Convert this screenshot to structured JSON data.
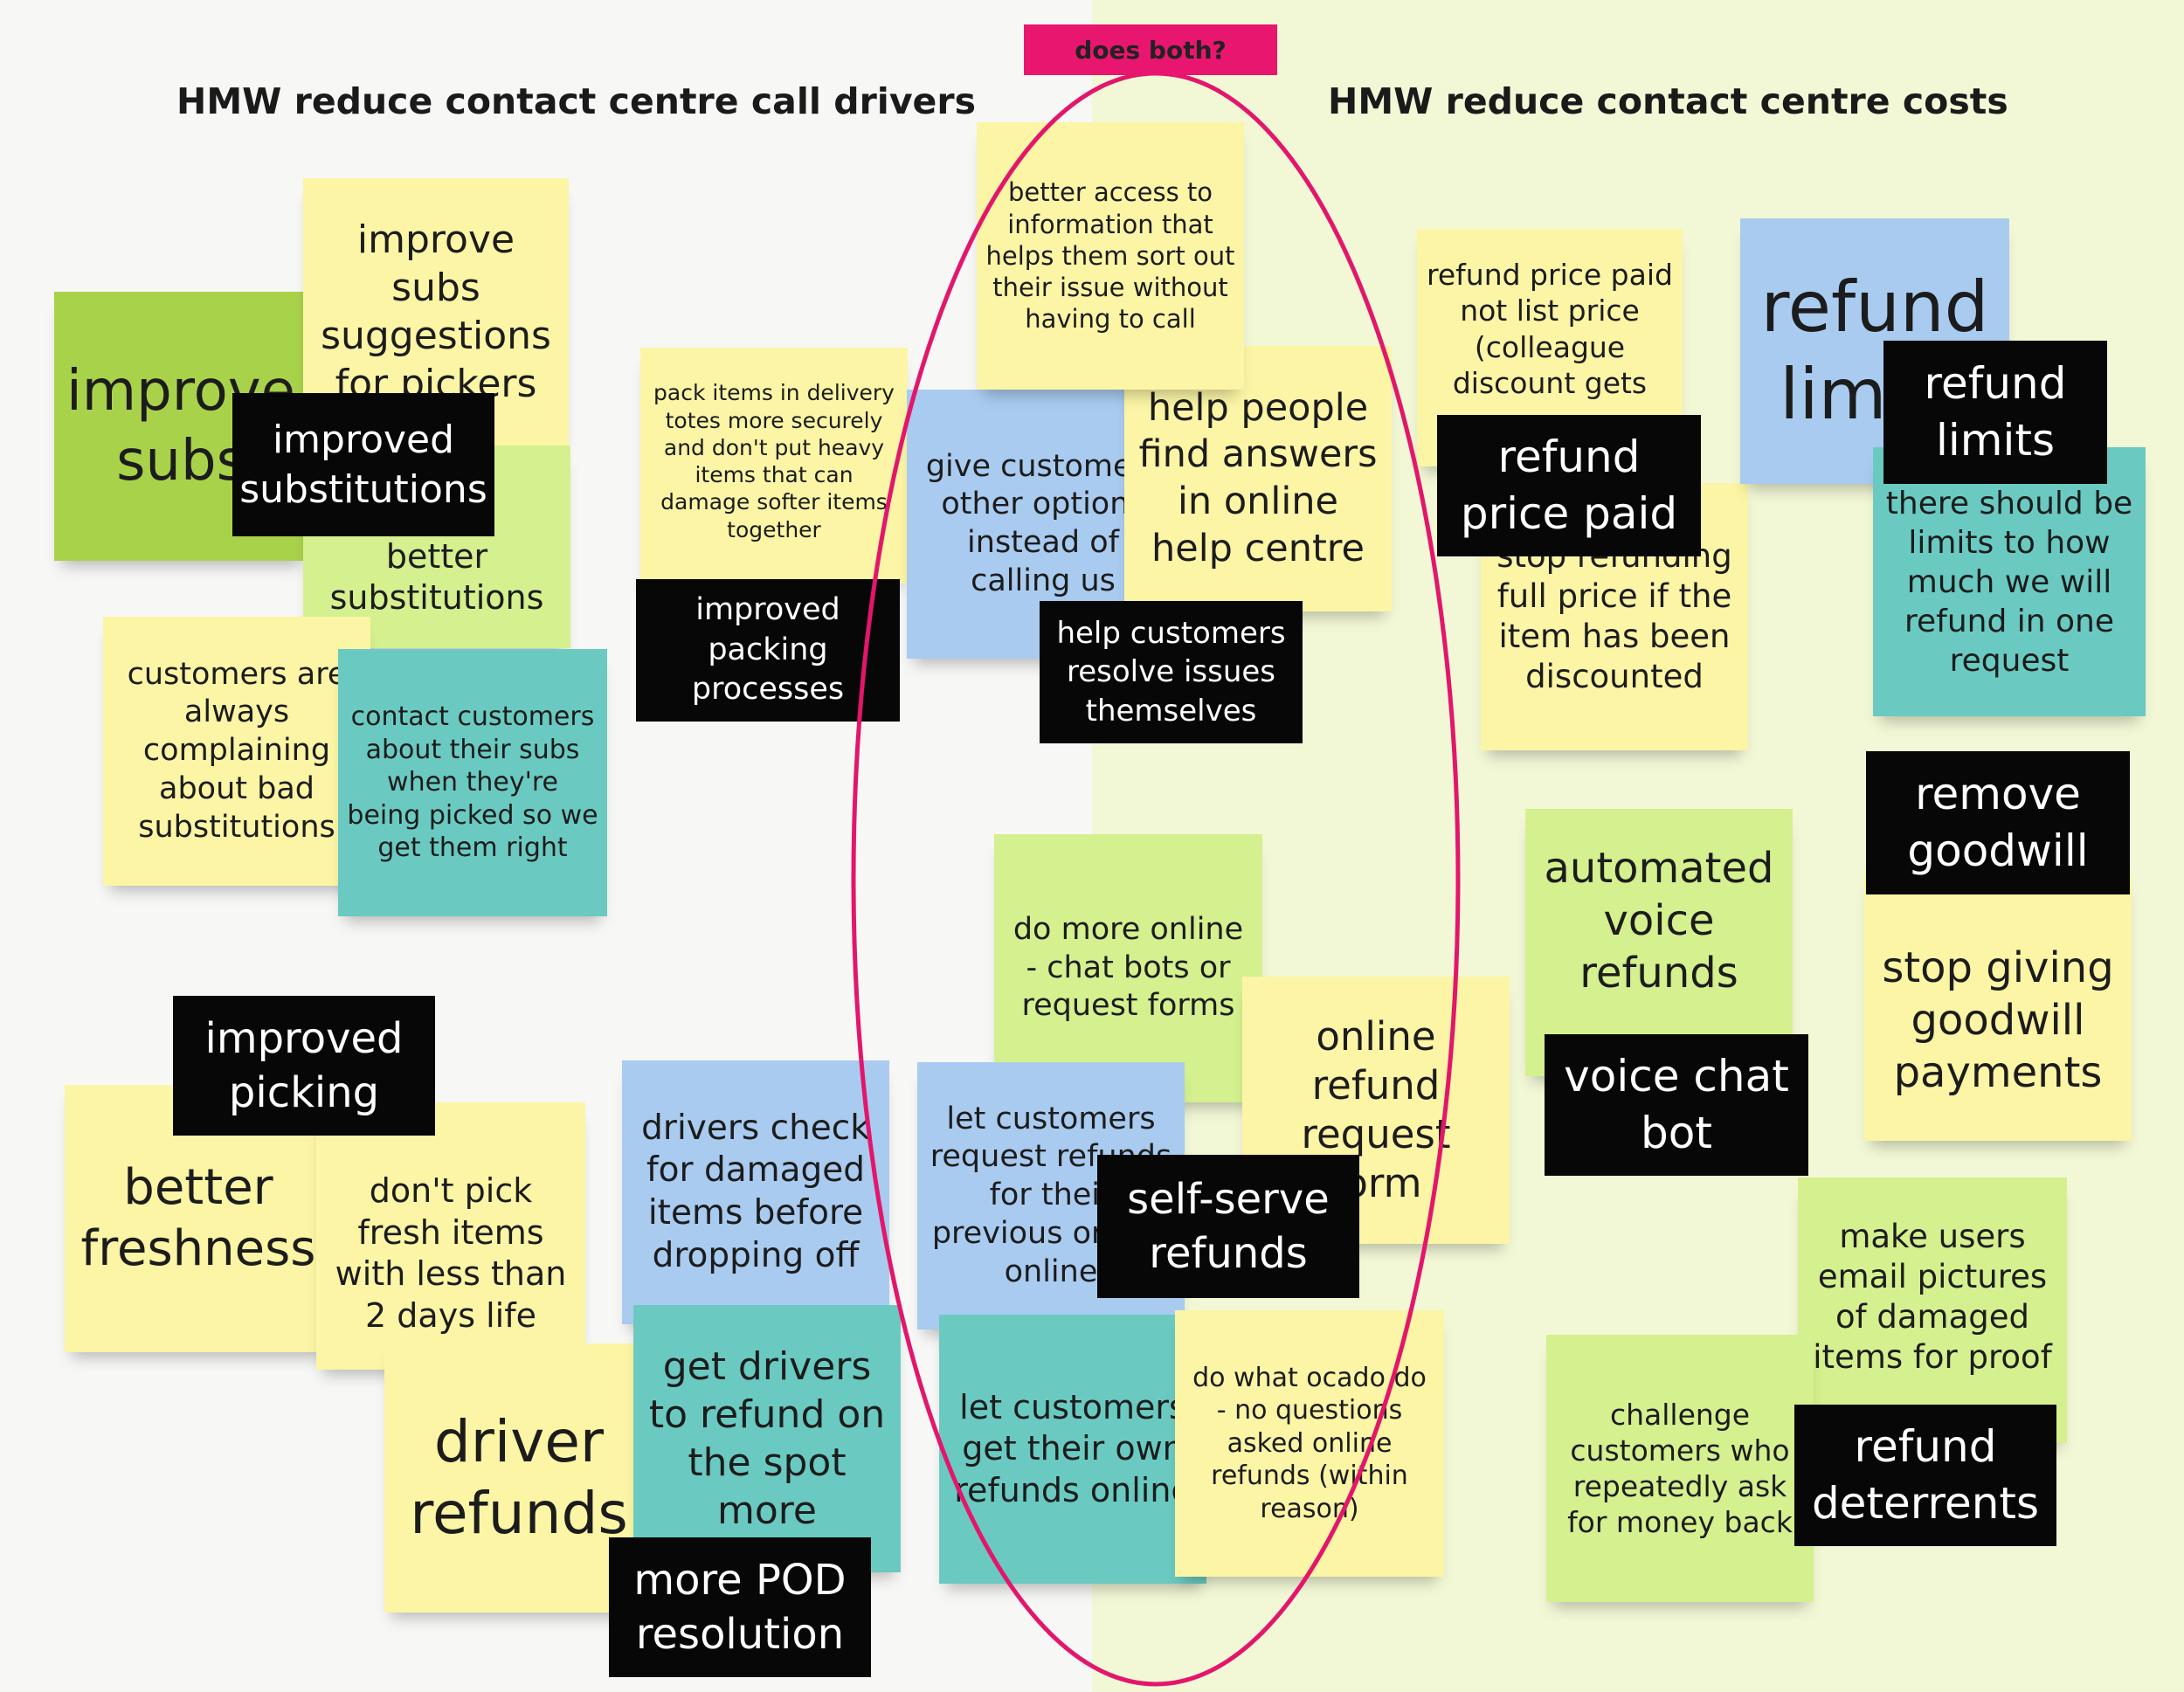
{
  "tag": "does both?",
  "headings": {
    "left": "HMW reduce contact centre call drivers",
    "right": "HMW reduce contact centre costs"
  },
  "notes": {
    "improve_subs_big": "improve subs",
    "improve_subs_for_pickers": "improve subs suggestions for pickers",
    "better_substitutions": "better substitutions",
    "customers_complaining": "customers are always complaining about bad substitutions",
    "contact_customers": "contact customers about their subs when they're being picked so we get them right",
    "pack_items": "pack items in delivery totes more securely and don't put heavy items that can damage softer items together",
    "better_access": "better access to information that helps them sort out their issue without having to call",
    "give_customers_options": "give customers other options instead of calling us",
    "help_people_find": "help people find answers in online help centre",
    "refund_price_paid_note": "refund price paid not list price (colleague discount gets",
    "refund_full_price": "stop refunding full price if the item has been discounted",
    "refund_limits_big": "refund limits",
    "limits_note": "there should be limits to how much we will refund in one request",
    "do_more_online": "do more online - chat bots or request forms",
    "online_refund_form": "online refund request form",
    "automated_voice": "automated voice refunds",
    "stop_goodwill": "stop giving goodwill payments",
    "better_freshness": "better freshness",
    "dont_pick_fresh": "don't pick fresh items with less than 2 days life",
    "drivers_check": "drivers check for damaged items before dropping off",
    "let_customers_request": "let customers request refunds for their previous orders online",
    "driver_refunds": "driver refunds",
    "get_drivers": "get drivers to refund on the spot more",
    "let_customers_get": "let customers get their own refunds online",
    "do_what_ocado": "do what ocado do - no questions asked online refunds (within reason)",
    "make_users_email": "make users email pictures of damaged items for proof",
    "challenge_customers": "challenge customers who repeatedly ask for money back"
  },
  "labels": {
    "improved_substitutions": "improved substitutions",
    "improved_packing": "improved packing processes",
    "help_customers_resolve": "help customers resolve issues themselves",
    "refund_price_paid": "refund price paid",
    "refund_limits": "refund limits",
    "remove_goodwill": "remove goodwill",
    "voice_chat_bot": "voice chat bot",
    "improved_picking": "improved picking",
    "self_serve_refunds": "self-serve refunds",
    "more_pod_resolution": "more POD resolution",
    "refund_deterrents": "refund deterrents"
  },
  "colors": {
    "tag": "#e8166f",
    "ellipse": "#e3166b",
    "yellow": "#fbf5a5",
    "lime": "#d5f08e",
    "green": "#a9d24b",
    "blue": "#a9cbf0",
    "teal": "#6acac1",
    "label": "#070707",
    "right_background": "#f2f8d6"
  }
}
